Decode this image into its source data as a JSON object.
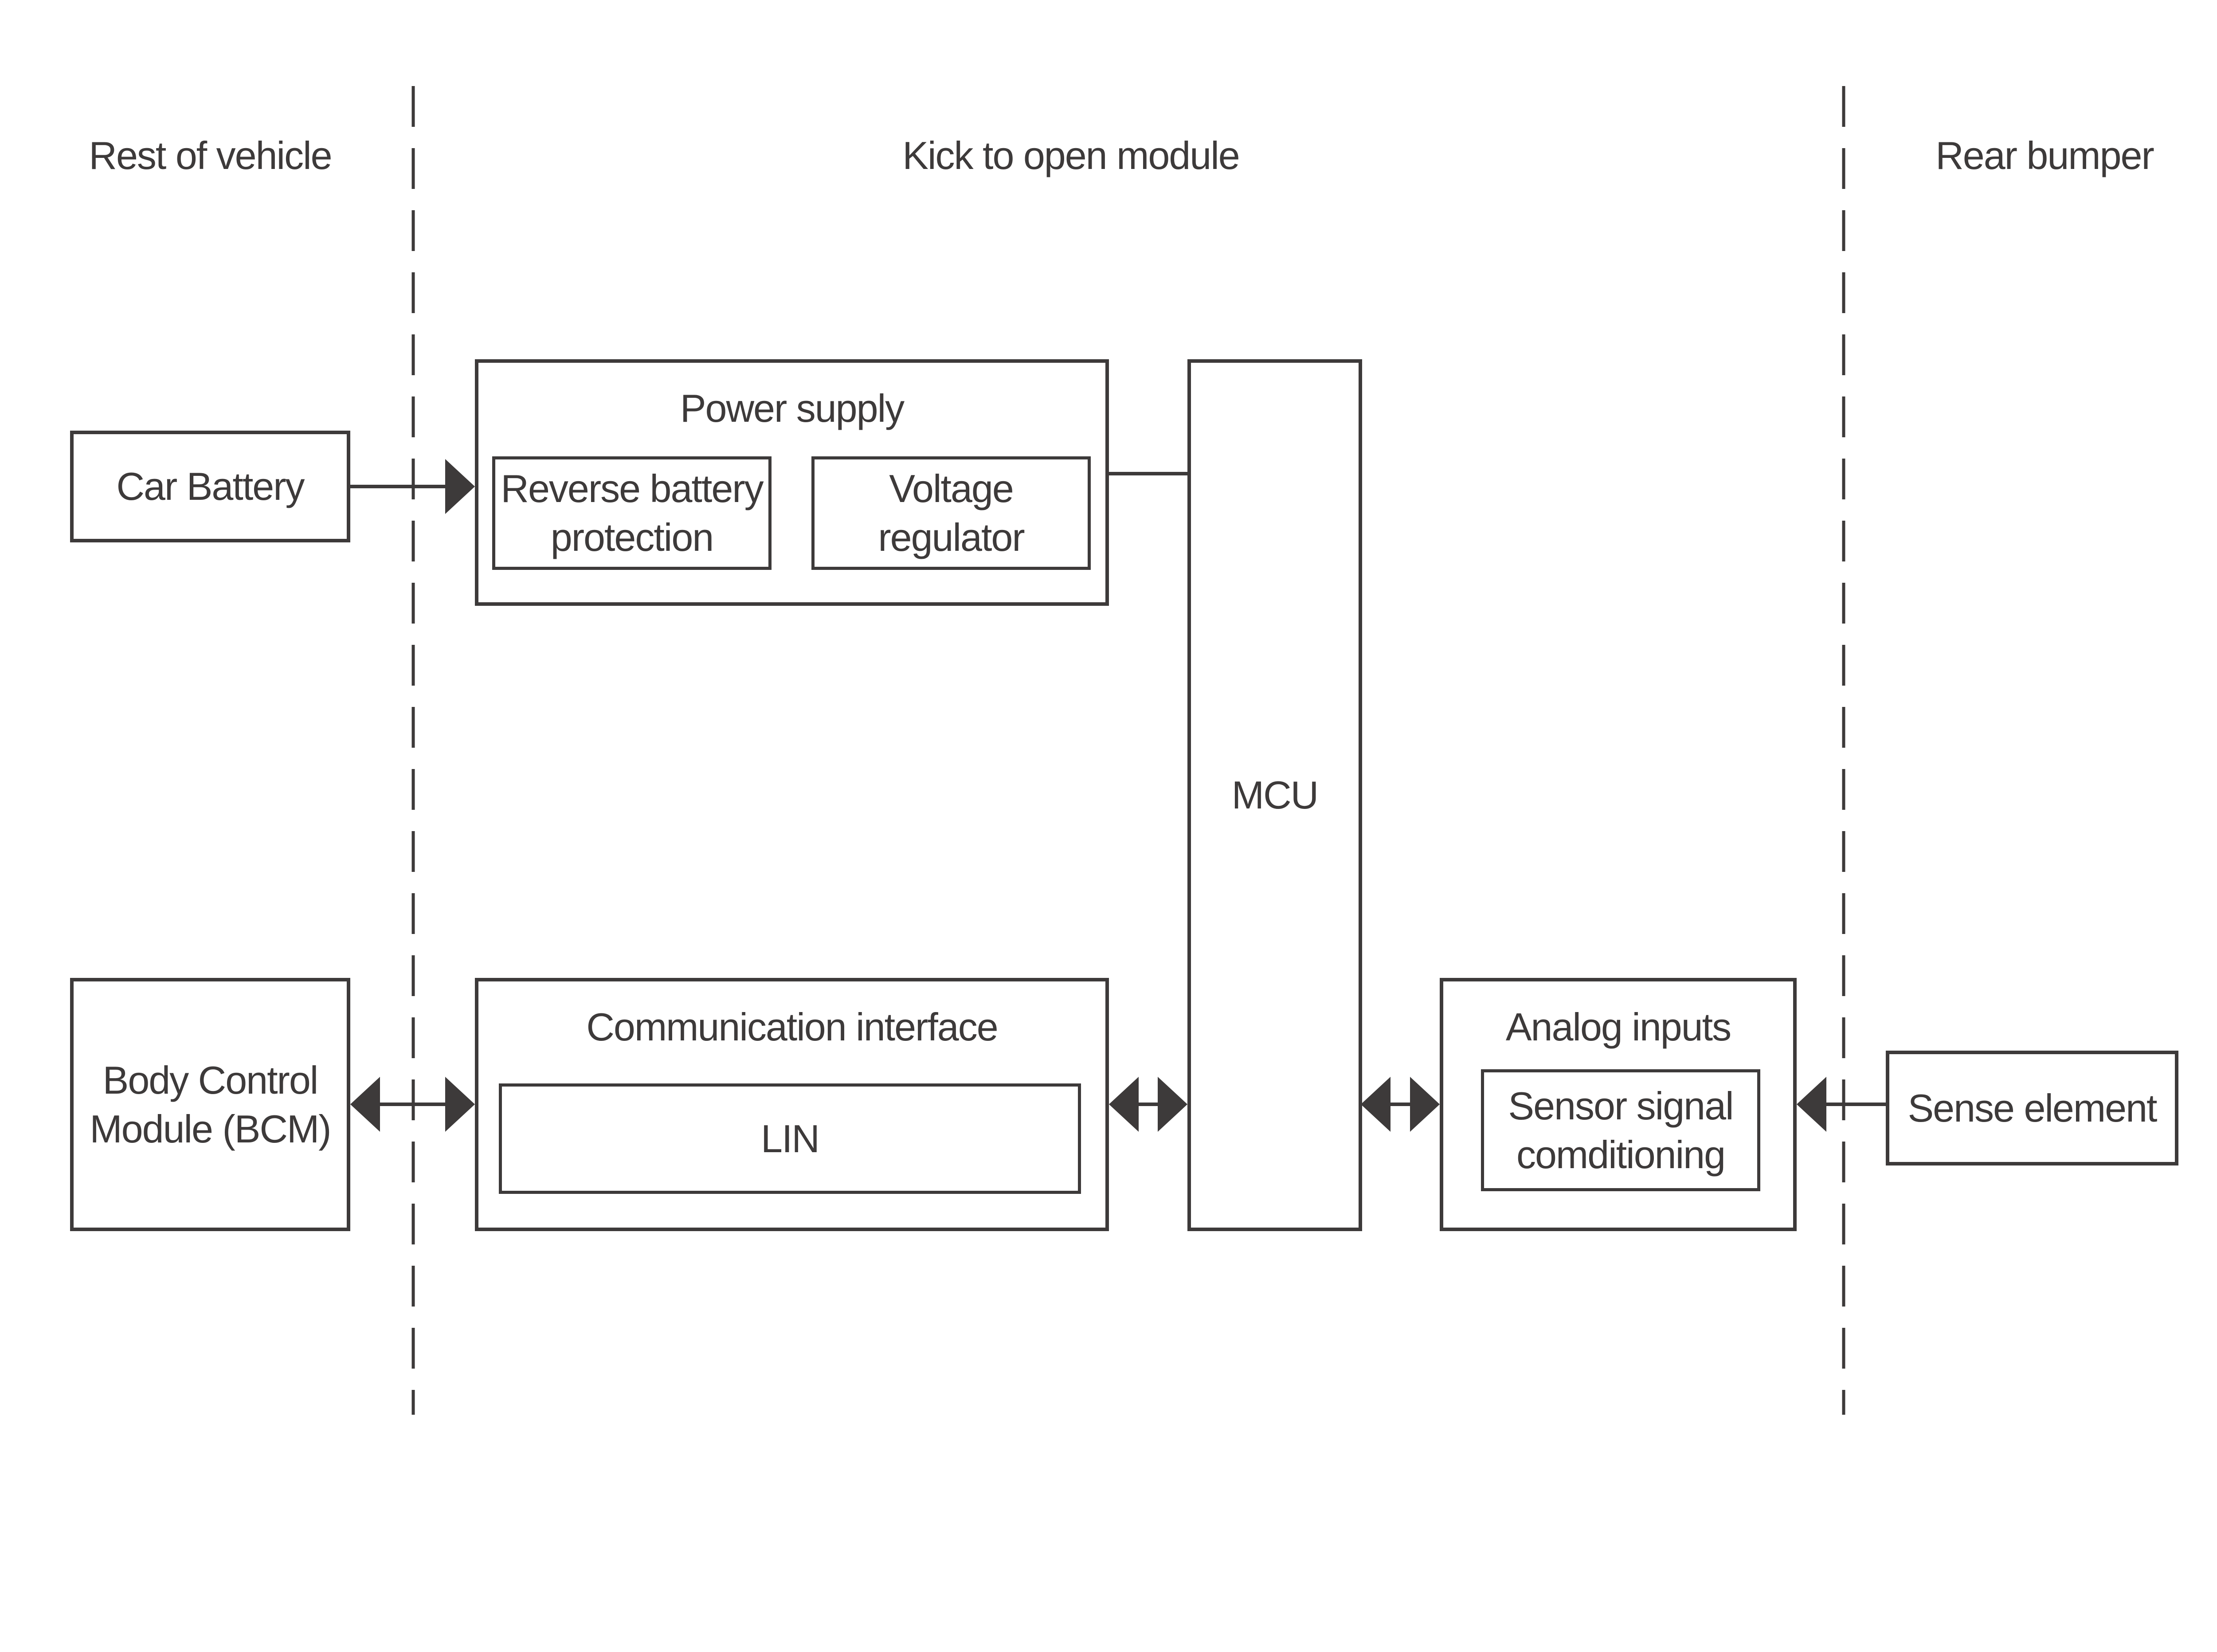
{
  "diagram": {
    "background": "#ffffff",
    "stroke_color": "#3d3a3a",
    "sections": {
      "left": "Rest of vehicle",
      "center": "Kick to open module",
      "right": "Rear bumper"
    },
    "blocks": {
      "car_battery": "Car Battery",
      "power_supply_title": "Power supply",
      "reverse_battery_protection": [
        "Reverse battery",
        "protection"
      ],
      "voltage_regulator": [
        "Voltage",
        "regulator"
      ],
      "mcu": "MCU",
      "communication_interface_title": "Communication interface",
      "lin": "LIN",
      "body_control_module": [
        "Body Control",
        "Module (BCM)"
      ],
      "analog_inputs_title": "Analog inputs",
      "sensor_signal_conditioning": [
        "Sensor signal",
        "comditioning"
      ],
      "sense_element": "Sense element"
    }
  }
}
